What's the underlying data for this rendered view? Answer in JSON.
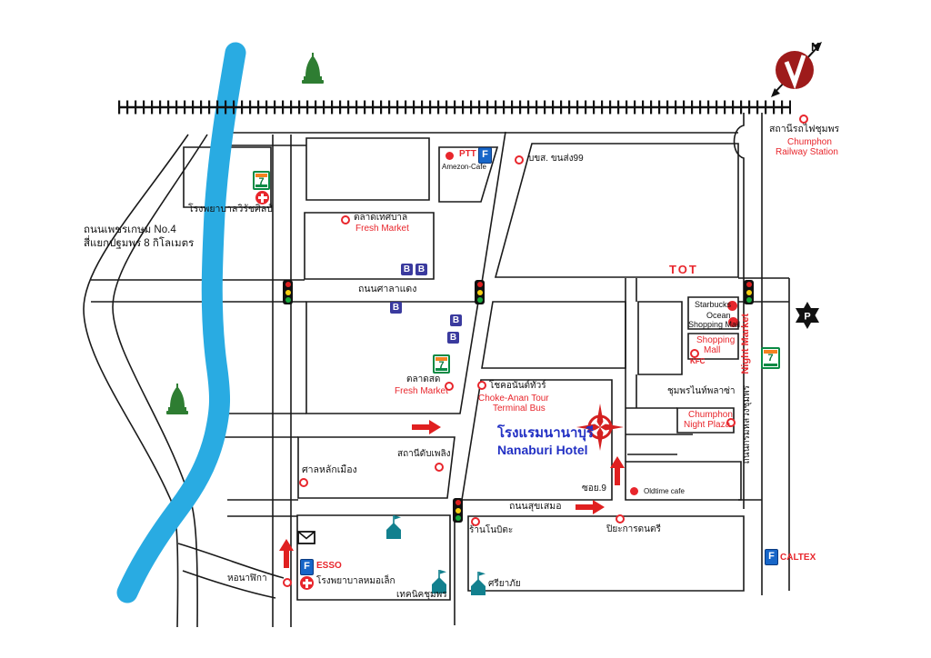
{
  "colors": {
    "red": "#e8262c",
    "blue": "#2230c4",
    "river": "#29abe2",
    "teal": "#12808e",
    "green": "#2e7d32",
    "bank_blue": "#3a3a9e"
  },
  "icons": {
    "bank": "B",
    "seven": "7",
    "fuel": "F",
    "police": "P",
    "north": "N"
  },
  "station": {
    "thai": "สถานีรถไฟชุมพร",
    "en1": "Chumphon",
    "en2": "Railway Station"
  },
  "northwest": {
    "hospital": "โรงพยาบาลวิรัชศิลป์",
    "road1": "ถนนเพชรเกษม No.4",
    "road2": "สี่แยกปฐมพร 8 กิโลเมตร"
  },
  "top": {
    "ptt": "PTT",
    "amezon": "Amezon-Cafe",
    "bus99": "บขส. ขนส่ง99"
  },
  "markets": {
    "m1_thai": "ตลาดเทศบาล",
    "m1_en": "Fresh Market",
    "m2_thai": "ตลาดสด",
    "m2_en": "Fresh Market"
  },
  "streets": {
    "saladaeng": "ถนนศาลาแดง",
    "suksamer": "ถนนสุขเสมอ",
    "soi9": "ซอย.9",
    "night_market": "Night Market",
    "kromluang": "ถนนกรมหลวงชุมพร"
  },
  "east": {
    "tot": "TOT",
    "starbucks": "Starbucks",
    "ocean1": "Ocean",
    "ocean2": "Shopping Mall",
    "mall1": "Shopping",
    "mall2": "Mall",
    "kfc": "KFC",
    "np_thai": "ชุมพรไนท์พลาซ่า",
    "np_en1": "Chumphon",
    "np_en2": "Night Plaza",
    "caltex": "CALTEX"
  },
  "center": {
    "choke_thai": "โชคอนันต์ทัวร์",
    "choke_en1": "Choke-Anan Tour",
    "choke_en2": "Terminal Bus",
    "hotel_thai": "โรงแรมนานาบุรี",
    "hotel_en": "Nanaburi Hotel",
    "fire": "สถานีดับเพลิง",
    "pillar": "ศาลหลักเมือง",
    "oldtime": "Oldtime cafe",
    "nobita": "ร้านโนบิตะ",
    "piya": "ปิยะการดนตรี"
  },
  "south": {
    "esso": "ESSO",
    "morlek": "โรงพยาบาลหมอเล็ก",
    "clock": "หอนาฬิกา",
    "technic": "เทคนิคชุมพร",
    "sriyapai": "ศรียาภัย"
  }
}
